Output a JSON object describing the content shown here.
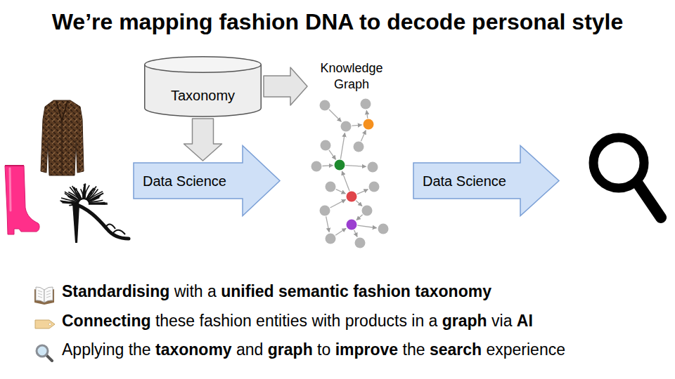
{
  "diagram": {
    "title": "We’re mapping fashion DNA to decode personal style",
    "nodes": [
      {
        "text": [
          "Taxonomy"
        ]
      },
      {
        "text": [
          "Data Science"
        ]
      },
      {
        "text": [
          "Knowledge Graph"
        ]
      },
      {
        "text": [
          "Data Science"
        ]
      }
    ],
    "edges": [
      {
        "from": 0,
        "to": 1,
        "arrow": "to"
      },
      {
        "from": 0,
        "to": 2,
        "arrow": "to"
      }
    ],
    "labels": [
      "Standardising with a unified semantic fashion taxonomy",
      "Connecting these fashion entities with products in a graph via AI",
      "Applying the taxonomy and graph to improve the search experience"
    ]
  }
}
